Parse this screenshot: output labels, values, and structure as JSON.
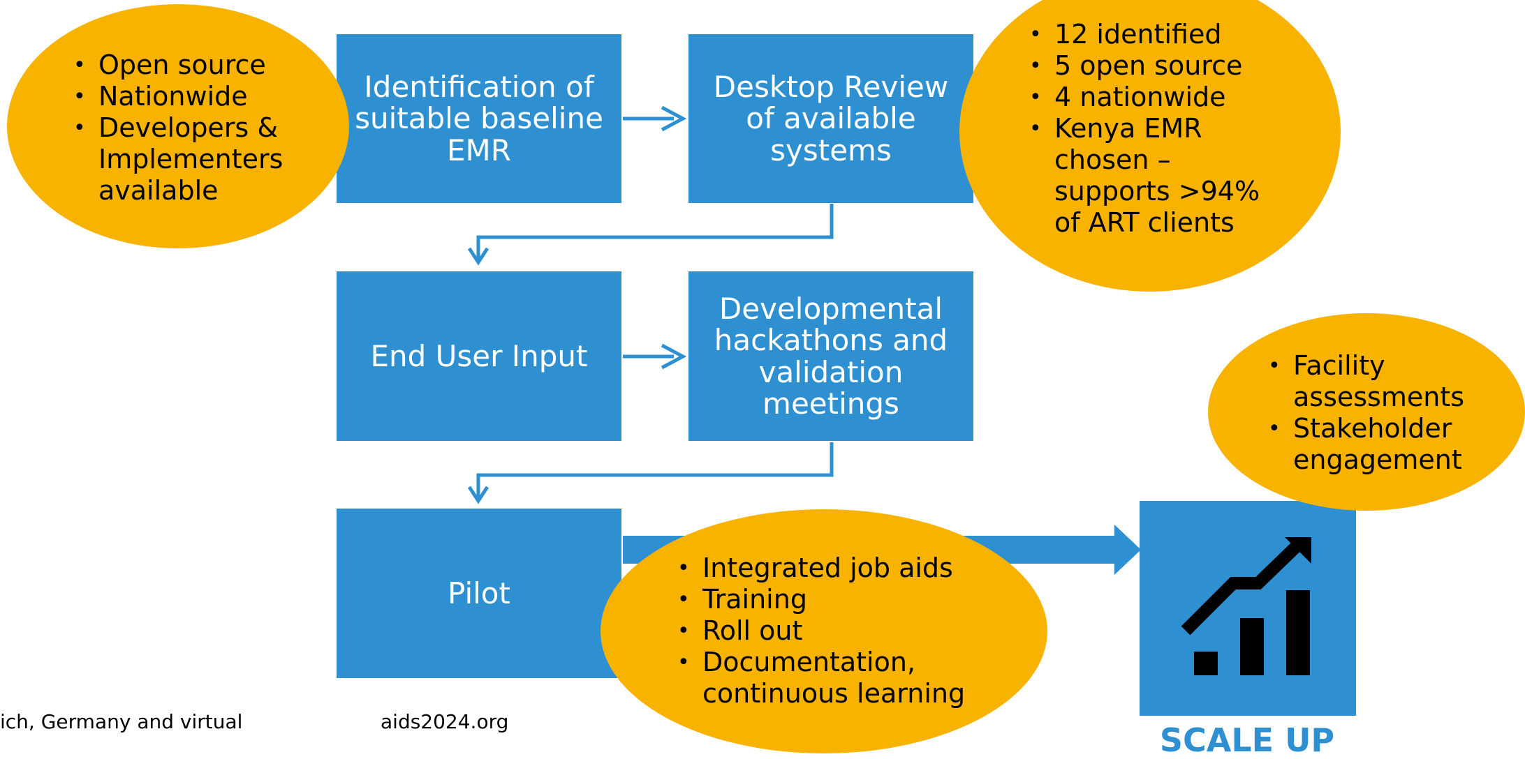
{
  "colors": {
    "box": "#2e90d0",
    "ellipse": "#f8b200",
    "arrow": "#2e90d0",
    "icon": "#000000"
  },
  "boxes": {
    "identification": "Identification of\nsuitable baseline\nEMR",
    "desktop_review": "Desktop Review\nof available\nsystems",
    "end_user": "End User Input",
    "hackathons": "Developmental\nhackathons and\nvalidation\nmeetings",
    "pilot": "Pilot"
  },
  "ellipses": {
    "criteria": [
      "Open source",
      "Nationwide",
      "Developers &\nImplementers\navailable"
    ],
    "review_results": [
      "12 identified",
      "5 open source",
      "4 nationwide",
      "Kenya EMR\nchosen –\nsupports >94%\nof ART clients"
    ],
    "scale_prep": [
      "Facility\nassessments",
      "Stakeholder\nengagement"
    ],
    "pilot_activities": [
      "Integrated job aids",
      "Training",
      "Roll out",
      "Documentation,\ncontinuous learning"
    ]
  },
  "scale_up": {
    "label": "SCALE UP",
    "icon": "growth-chart-icon"
  },
  "footer": {
    "location": "ich, Germany and virtual",
    "website": "aids2024.org"
  }
}
